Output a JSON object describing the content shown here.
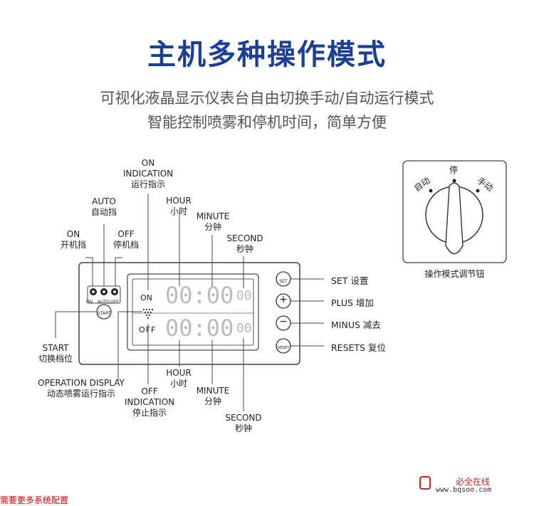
{
  "title": "主机多种操作模式",
  "subtitle": [
    "可视化液晶显示仪表台自由切换手动/自动运行模式",
    "智能控制喷雾和停机时间，简单方便"
  ],
  "labels": {
    "on_indication": [
      "ON",
      "INDICATION",
      "运行指示"
    ],
    "auto": [
      "AUTO",
      "自动挡"
    ],
    "on": [
      "ON",
      "开机挡"
    ],
    "off": [
      "OFF",
      "停机档"
    ],
    "hour_top": [
      "HOUR",
      "小时"
    ],
    "minute_top": [
      "MINUTE",
      "分钟"
    ],
    "second_top": [
      "SECOND",
      "秒钟"
    ],
    "start": [
      "START",
      "切换档位"
    ],
    "operation_display": [
      "OPERATION  DISPLAY",
      "动态喷雾运行指示"
    ],
    "off_indication": [
      "OFF",
      "INDICATION",
      "停止指示"
    ],
    "hour_bottom": [
      "HOUR",
      "小时"
    ],
    "minute_bottom": [
      "MINUTE",
      "分钟"
    ],
    "second_bottom": [
      "SECOND",
      "秒钟"
    ]
  },
  "buttons_right": [
    {
      "key": "SET",
      "label": "SET  设置"
    },
    {
      "key": "+",
      "label": "PLUS  增加"
    },
    {
      "key": "−",
      "label": "MINUS  减去"
    },
    {
      "key": "RESET",
      "label": "RESETS  复位"
    }
  ],
  "panel": {
    "switch_labels": [
      "ON",
      "AUTO",
      "OFF"
    ],
    "start_button": "START",
    "display_on": "ON",
    "display_off": "OFF",
    "digits_big": "00:00",
    "digits_small": "00"
  },
  "knob": {
    "left": "自动",
    "top": "停",
    "right": "手动",
    "caption": "操作模式调节钮"
  },
  "watermark": {
    "line1": "必全在线",
    "line2": "www.bqsoo.com"
  },
  "footer_partial": "需要更多系统配置"
}
